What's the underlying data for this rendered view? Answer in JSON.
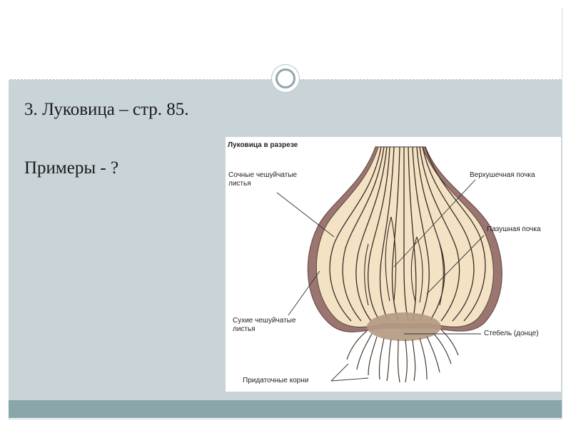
{
  "slide": {
    "heading_line": "3. Луковица – стр. 85.",
    "question_line": "Примеры - ?"
  },
  "diagram": {
    "title": "Луковица в разрезе",
    "labels": {
      "succulent_1": "Сочные чешуйчатые",
      "succulent_2": "листья",
      "apical_bud": "Верхушечная почка",
      "axillary_bud": "Пазушная почка",
      "dry_1": "Сухие чешуйчатые",
      "dry_2": "листья",
      "stem": "Стебель (донце)",
      "roots": "Придаточные корни"
    }
  },
  "colors": {
    "panel": "#c9d4d9",
    "bottom_bar": "#8aa6aa",
    "bulb_flesh": "#f3e3c4",
    "bulb_skin": "#8c6a66",
    "stem_base": "#b49a83"
  }
}
